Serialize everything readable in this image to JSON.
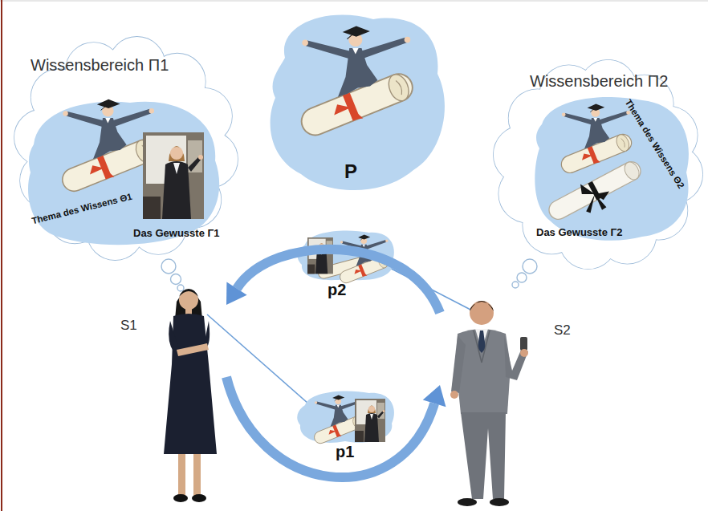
{
  "diagram": {
    "nodes": [
      {
        "text": [
          "Wissensbereich Π1"
        ]
      },
      {
        "text": [
          "Thema des Wissens Θ1",
          "Das Gewusste Γ1"
        ],
        "in": 0
      },
      {
        "text": [
          "P"
        ]
      },
      {
        "text": [
          "Wissensbereich Π2"
        ]
      },
      {
        "text": [
          "Thema des Wissens Θ2",
          "Das Gewusste Γ2"
        ],
        "in": 3
      },
      {
        "text": [
          "S1"
        ]
      },
      {
        "text": [
          "S2"
        ]
      }
    ],
    "edges": [
      {
        "from": 5,
        "to": 6,
        "arrow": "to",
        "label": "p1"
      },
      {
        "from": 6,
        "to": 5,
        "arrow": "to",
        "label": "p2"
      }
    ]
  }
}
